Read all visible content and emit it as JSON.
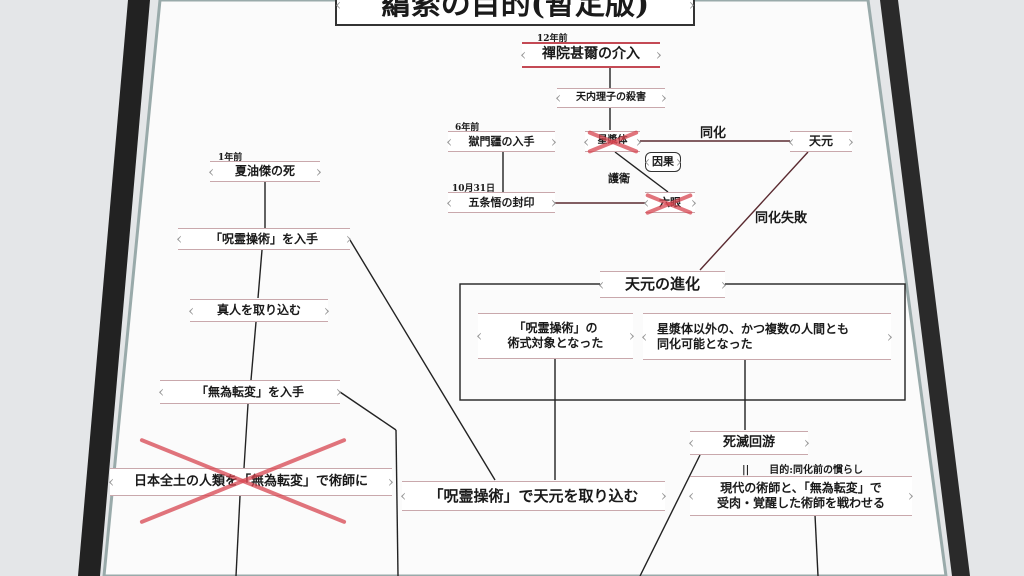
{
  "title": "羂索の目的(暫定版)",
  "nodes": {
    "zenin_label": "12年前",
    "zenin": "禪院甚爾の介入",
    "amanai": "天内理子の殺害",
    "gokumon_label": "6年前",
    "gokumon": "獄門疆の入手",
    "seishotai": "星漿体",
    "tengen": "天元",
    "inga": "因果",
    "goei": "護衛",
    "gojo_label": "10月31日",
    "gojo": "五条悟の封印",
    "rikugan": "六眼",
    "doka": "同化",
    "doka_fail": "同化失敗",
    "geto_label": "1年前",
    "geto": "夏油傑の死",
    "jurei": "「呪霊操術」を入手",
    "mahito": "真人を取り込む",
    "muitenhen": "「無為転変」を入手",
    "japan": "日本全土の人類を「無為転変」で術師に",
    "tengen_evo": "天元の進化",
    "jurei_target_1": "「呪霊操術」の",
    "jurei_target_2": "術式対象となった",
    "multi_1": "星漿体以外の、かつ複数の人間とも",
    "multi_2": "同化可能となった",
    "culling": "死滅回游",
    "purpose": "||　　目的:同化前の慣らし",
    "modern_1": "現代の術師と、「無為転変」で",
    "modern_2": "受肉・覚醒した術師を戦わせる",
    "absorb": "「呪霊操術」で天元を取り込む"
  },
  "colors": {
    "accent": "#c44a55",
    "board": "#ffffff",
    "background": "#e4e6e8"
  }
}
